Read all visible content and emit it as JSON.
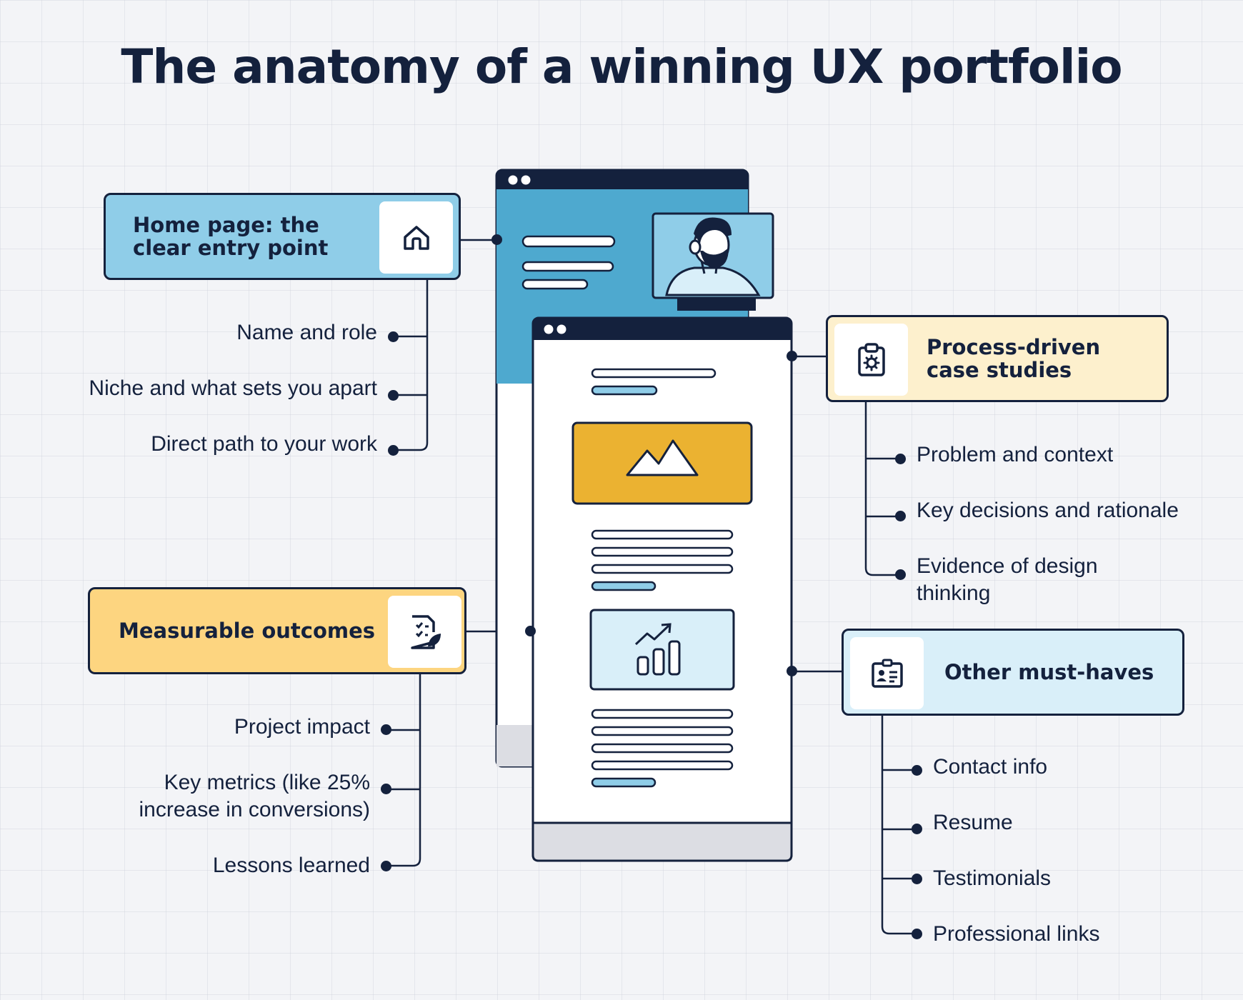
{
  "title": "The anatomy of a winning UX portfolio",
  "colors": {
    "navy": "#14213d",
    "blue": "#8fcde8",
    "blue_light": "#d9eff9",
    "yellow": "#fdd580",
    "yellow_light": "#fdf0cd",
    "accent_orange": "#ebb231",
    "background": "#f3f4f7"
  },
  "sections": {
    "home": {
      "label": "Home page: the\nclear entry point",
      "icon": "home-icon",
      "items": [
        "Name and role",
        "Niche and what sets you apart",
        "Direct path to your work"
      ]
    },
    "process": {
      "label": "Process-driven\ncase studies",
      "icon": "clipboard-gear-icon",
      "items": [
        "Problem and context",
        "Key decisions and rationale",
        "Evidence of design\nthinking"
      ]
    },
    "outcomes": {
      "label": "Measurable outcomes",
      "icon": "checklist-leaf-icon",
      "items": [
        "Project impact",
        "Key metrics (like 25%\nincrease in conversions)",
        "Lessons learned"
      ]
    },
    "other": {
      "label": "Other must-haves",
      "icon": "id-card-icon",
      "items": [
        "Contact info",
        "Resume",
        "Testimonials",
        "Professional links"
      ]
    }
  },
  "illustration": {
    "back_window_icon": "person-avatar-icon",
    "hero_image_icon": "mountain-image-icon",
    "chart_icon": "bar-chart-trend-icon"
  }
}
